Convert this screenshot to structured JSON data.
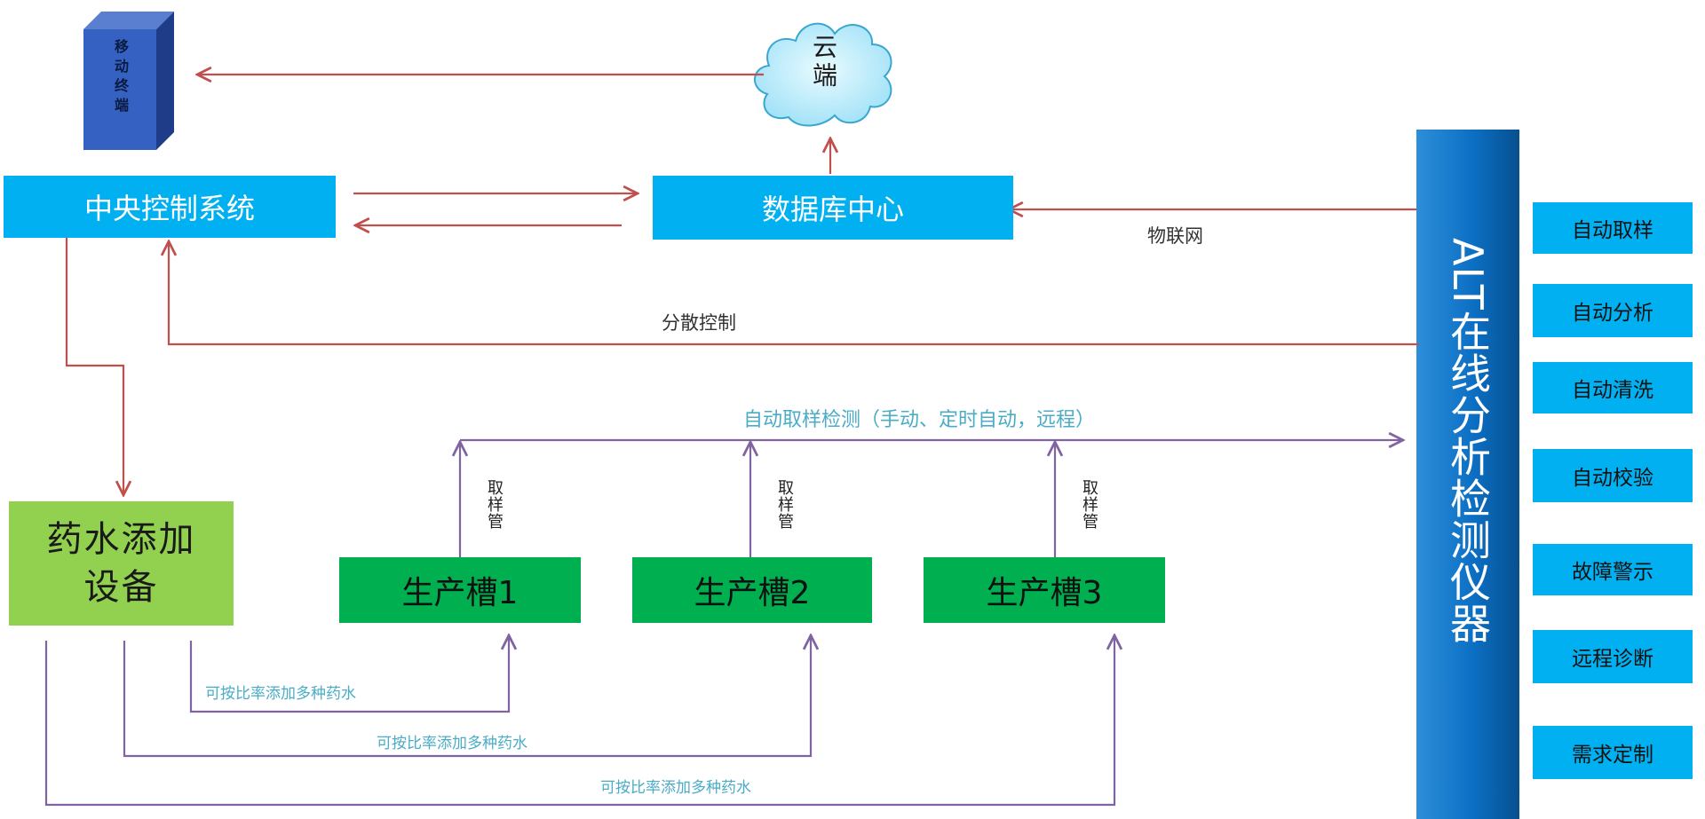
{
  "nodes": {
    "mobile_terminal": "移动终端",
    "cloud": "云端",
    "central_control": "中央控制系统",
    "database_center": "数据库中心",
    "chemical_dosing": "药水添加设备",
    "tank1": "生产槽1",
    "tank2": "生产槽2",
    "tank3": "生产槽3",
    "analyzer": "ALT在线分析检测仪器"
  },
  "edge_labels": {
    "iot": "物联网",
    "distributed_control": "分散控制",
    "auto_sampling": "自动取样检测（手动、定时自动，远程）",
    "sampling_tube": "取样管",
    "ratio_dosing": "可按比率添加多种药水"
  },
  "features": [
    "自动取样",
    "自动分析",
    "自动清洗",
    "自动校验",
    "故障警示",
    "远程诊断",
    "需求定制"
  ],
  "colors": {
    "blue_box": "#00b0f0",
    "dosing_box": "#92d050",
    "tank_box": "#00b050",
    "analyzer_bar": "#0070c0",
    "control_arrow": "#c0504d",
    "sampling_arrow": "#8064a2",
    "sampling_text": "#4bacc6"
  }
}
